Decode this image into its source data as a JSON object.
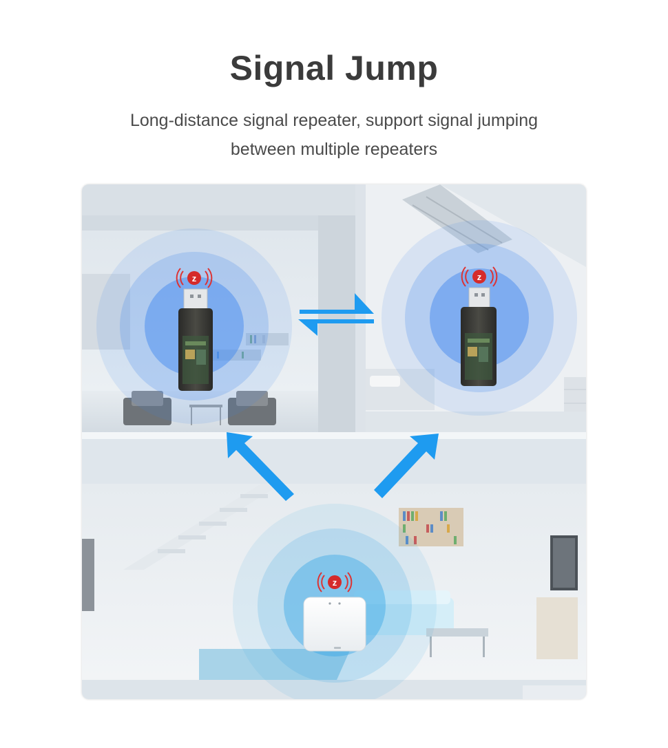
{
  "header": {
    "title": "Signal Jump",
    "subtitle_line1": "Long-distance signal repeater, support signal jumping",
    "subtitle_line2": "between multiple repeaters"
  },
  "scene": {
    "repeaters": [
      {
        "name": "usb-repeater-left",
        "badge_letter": "z"
      },
      {
        "name": "usb-repeater-right",
        "badge_letter": "z"
      }
    ],
    "gateway": {
      "name": "zigbee-gateway",
      "badge_letter": "z"
    },
    "signal_color": "#2f7de8",
    "arrow_color": "#1e9bf0"
  }
}
